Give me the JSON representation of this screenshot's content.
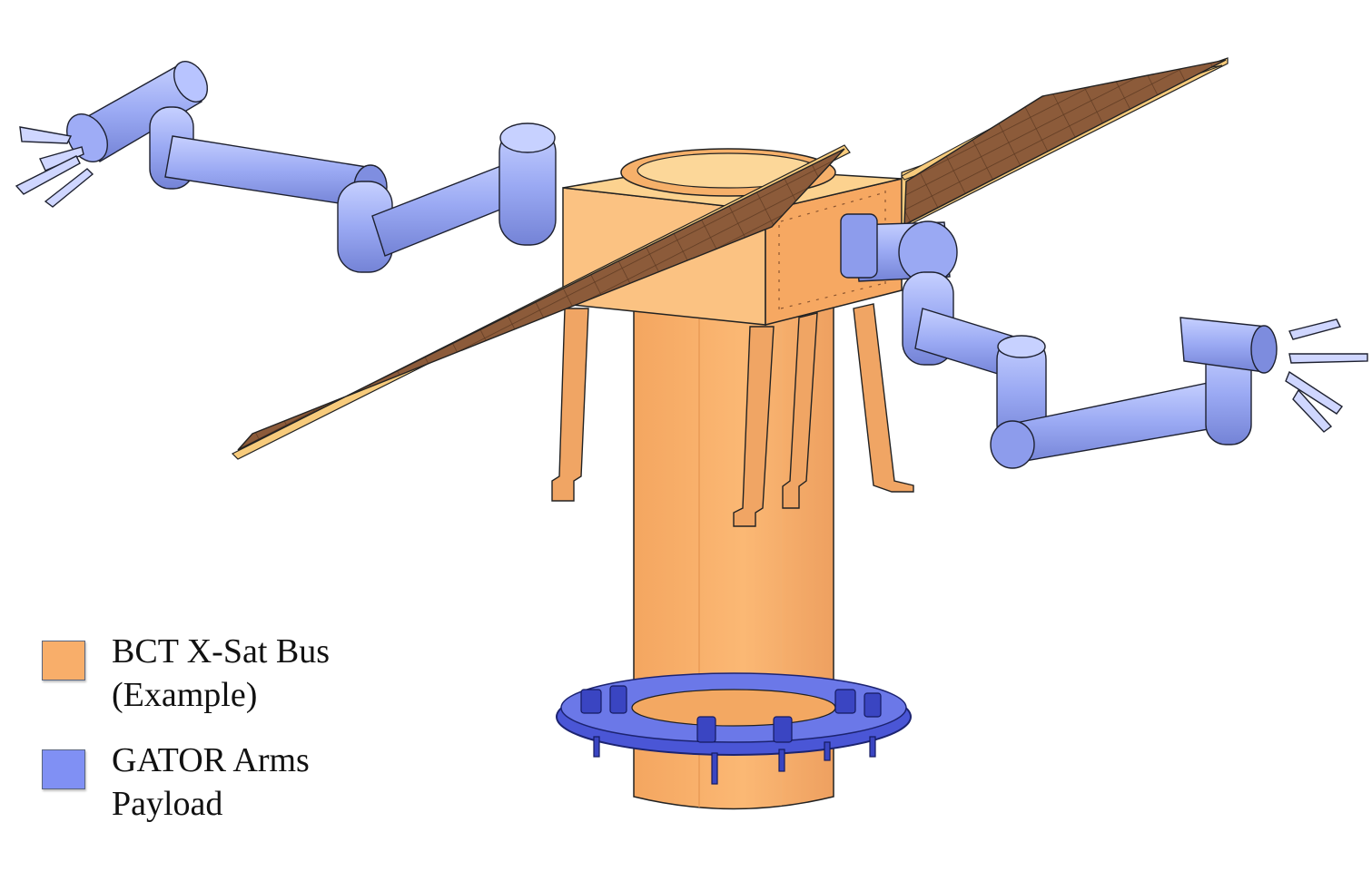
{
  "colors": {
    "bus": "#f8ae6a",
    "bus_light": "#fbc587",
    "bus_dark": "#e79a55",
    "panel": "#8a5a3a",
    "panel_edge": "#f7cb7c",
    "arm": "#96a6f2",
    "arm_light": "#b8c6ff",
    "arm_dark": "#6f7ecf",
    "ring": "#4a56d6",
    "outline": "#222222"
  },
  "icons": [
    "robotic-arm-left",
    "robotic-arm-right",
    "solar-panel-left",
    "solar-panel-right",
    "satellite-bus",
    "separation-ring"
  ],
  "legend": {
    "items": [
      {
        "key": "bus",
        "line1": "BCT X-Sat Bus",
        "line2": "(Example)"
      },
      {
        "key": "arm",
        "line1": "GATOR Arms",
        "line2": "Payload"
      }
    ]
  }
}
